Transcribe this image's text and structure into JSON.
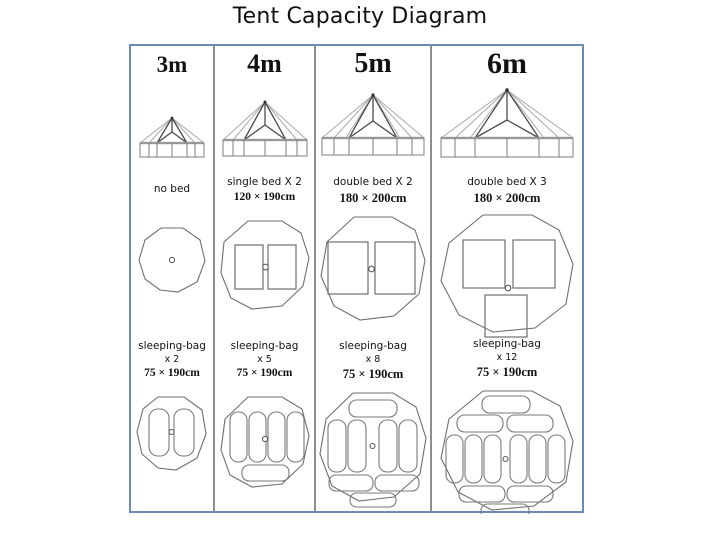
{
  "title": "Tent Capacity Diagram",
  "theme": {
    "frame_border": "#6b8bb5",
    "divider": "#8d8d8d",
    "outline": "#6f6f6f",
    "background": "#ffffff"
  },
  "columns": [
    {
      "id": "3m",
      "size_label": "3m",
      "bed": {
        "label": "no bed",
        "dimension": ""
      },
      "sleeping_bag": {
        "label": "sleeping-bag",
        "count": "x 2",
        "dimension": "75 × 190cm"
      }
    },
    {
      "id": "4m",
      "size_label": "4m",
      "bed": {
        "label": "single bed X 2",
        "dimension": "120 × 190cm"
      },
      "sleeping_bag": {
        "label": "sleeping-bag",
        "count": "x 5",
        "dimension": "75 × 190cm"
      }
    },
    {
      "id": "5m",
      "size_label": "5m",
      "bed": {
        "label": "double bed X 2",
        "dimension": "180 × 200cm"
      },
      "sleeping_bag": {
        "label": "sleeping-bag",
        "count": "x 8",
        "dimension": "75 × 190cm"
      }
    },
    {
      "id": "6m",
      "size_label": "6m",
      "bed": {
        "label": "double bed X 3",
        "dimension": "180 × 200cm"
      },
      "sleeping_bag": {
        "label": "sleeping-bag",
        "count": "x 12",
        "dimension": "75 × 190cm"
      }
    }
  ]
}
